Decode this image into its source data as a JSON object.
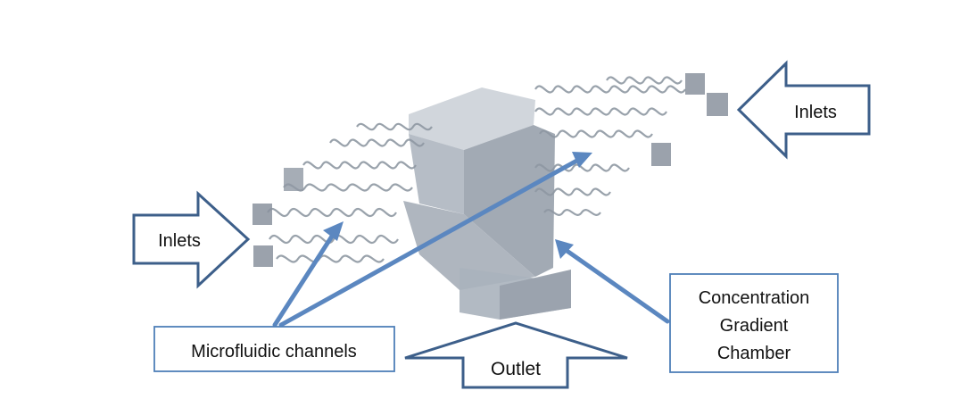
{
  "labels": {
    "inlets_left": "Inlets",
    "inlets_right": "Inlets",
    "outlet": "Outlet",
    "microfluidic_channels": "Microfluidic channels",
    "chamber_line1": "Concentration",
    "chamber_line2": "Gradient",
    "chamber_line3": "Chamber"
  },
  "colors": {
    "arrow_outline": "#3d5f8a",
    "pointer": "#5b87c0",
    "box_border": "#4f7fb8",
    "chamber_front": "#9aa3ae",
    "chamber_side": "#b9c0c9",
    "chamber_top": "#c9cfd6",
    "channel": "#8f98a3"
  },
  "icons": {
    "inlet_left": "block-arrow-right-icon",
    "inlet_right": "block-arrow-left-icon",
    "outlet": "block-arrow-up-icon"
  }
}
